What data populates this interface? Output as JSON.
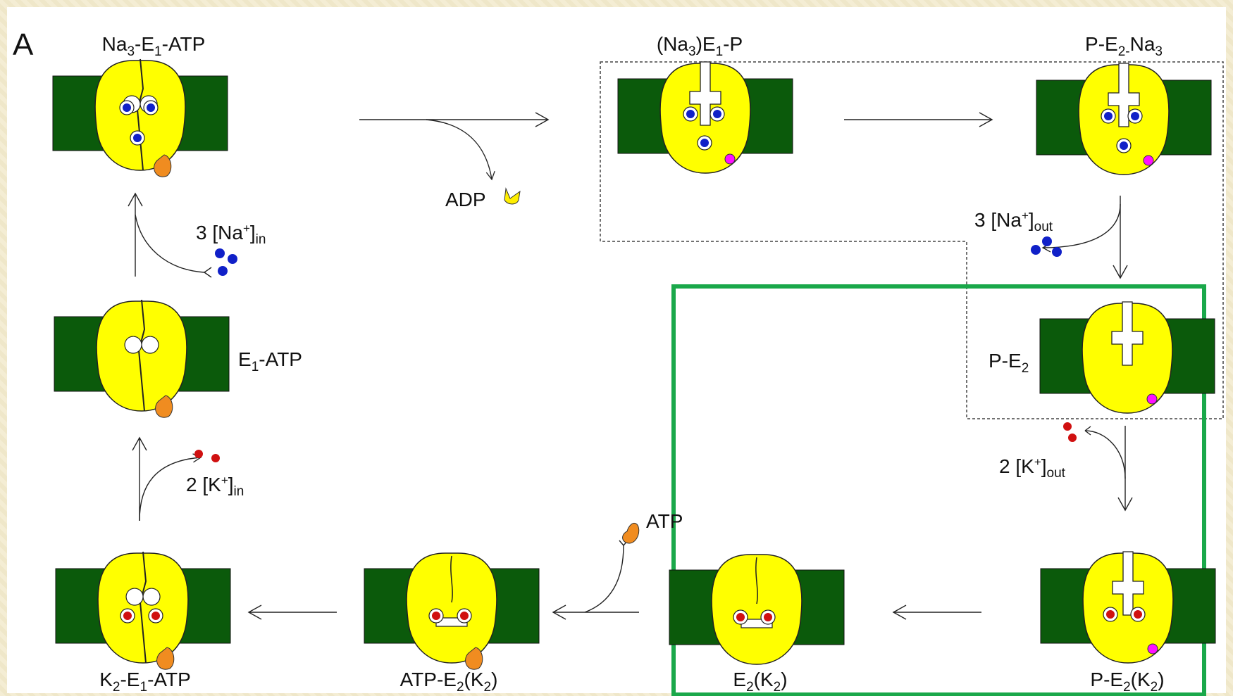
{
  "panel_label": "A",
  "states": {
    "na3_e1_atp": {
      "name": "Na",
      "sub1": "3",
      "mid": "-E",
      "sub2": "1",
      "tail": "-ATP"
    },
    "na3e1p": {
      "pre": "(Na",
      "sub1": "3",
      "mid": ")E",
      "sub2": "1",
      "tail": "-P"
    },
    "p_e2_na3": {
      "pre": "P-E",
      "sub1": "2-",
      "mid": "Na",
      "sub2": "3"
    },
    "p_e2": {
      "pre": "P-E",
      "sub1": "2"
    },
    "e1_atp": {
      "pre": "E",
      "sub1": "1",
      "tail": "-ATP"
    },
    "k2_e1_atp": {
      "pre": "K",
      "sub1": "2",
      "mid": "-E",
      "sub2": "1",
      "tail": "-ATP"
    },
    "atp_e2_k2": {
      "pre": "ATP-E",
      "sub1": "2",
      "mid": "(K",
      "sub2": "2",
      "tail": ")"
    },
    "e2_k2": {
      "pre": "E",
      "sub1": "2",
      "mid": "(K",
      "sub2": "2",
      "tail": ")"
    },
    "p_e2_k2": {
      "pre": "P-E",
      "sub1": "2",
      "mid": "(K",
      "sub2": "2",
      "tail": ")"
    }
  },
  "ions": {
    "na_in": {
      "pre": "3 [Na",
      "sup": "+",
      "post": "]",
      "sub": "in"
    },
    "na_out": {
      "pre": "3 [Na",
      "sup": "+",
      "post": "]",
      "sub": "out"
    },
    "k_in": {
      "pre": "2 [K",
      "sup": "+",
      "post": "]",
      "sub": "in"
    },
    "k_out": {
      "pre": "2 [K",
      "sup": "+",
      "post": "]",
      "sub": "out"
    }
  },
  "molecules": {
    "adp": "ADP",
    "atp": "ATP"
  },
  "colors": {
    "membrane": "#0b5a0b",
    "protein": "#ffff00",
    "sodium": "#1020c8",
    "potassium": "#d01010",
    "phosphate": "#ff10ff",
    "atp": "#f08c20",
    "highlight": "#1aa84a",
    "background": "#f4edd4"
  }
}
